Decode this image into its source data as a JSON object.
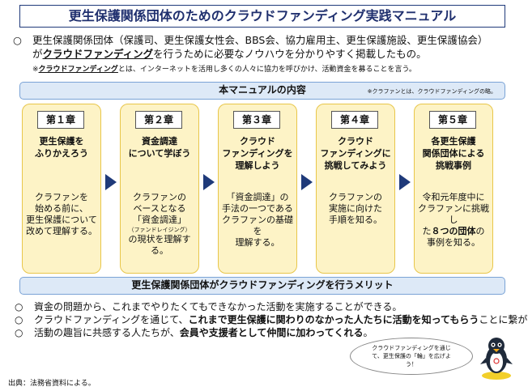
{
  "title": "更生保護関係団体のためのクラウドファンディング実践マニュアル",
  "intro": {
    "bullet": "○",
    "line1": "更生保護関係団体（保護司、更生保護女性会、BBS会、協力雇用主、更生保護施設、更生保護協会）",
    "line2_pre": "が",
    "line2_term": "クラウドファンディング",
    "line2_post": "を行うために必要なノウハウを分かりやすく掲載したもの。",
    "note_prefix": "※",
    "note_term": "クラウドファンディング",
    "note_post": "とは、インターネットを活用し多くの人々に協力を呼びかけ、活動資金を募ることを言う。"
  },
  "contents_banner": {
    "label": "本マニュアルの内容",
    "sub": "※クラファンとは、クラウドファンディングの略。"
  },
  "chapters": [
    {
      "badge": "第１章",
      "heading": [
        "更生保護を",
        "ふりかえろう"
      ],
      "body": [
        "クラファンを",
        "始める前に、",
        "更生保護について",
        "改めて理解する。"
      ]
    },
    {
      "badge": "第２章",
      "heading": [
        "資金調達",
        "について学ぼう"
      ],
      "body_a": [
        "クラファンの",
        "ベースとなる",
        "「資金調達」"
      ],
      "body_small": "（ファンドレイジング）",
      "body_b": [
        "の現状を理解す",
        "る。"
      ]
    },
    {
      "badge": "第３章",
      "heading": [
        "クラウド",
        "ファンディングを",
        "理解しよう"
      ],
      "body": [
        "「資金調達」の",
        "手法の一つである",
        "クラファンの基礎を",
        "理解する。"
      ]
    },
    {
      "badge": "第４章",
      "heading": [
        "クラウド",
        "ファンディングに",
        "挑戦してみよう"
      ],
      "body": [
        "クラファンの",
        "実施に向けた",
        "手順を知る。"
      ]
    },
    {
      "badge": "第５章",
      "heading": [
        "各更生保護",
        "関係団体による",
        "挑戦事例"
      ],
      "body_a": [
        "令和元年度中に",
        "クラファンに挑戦し"
      ],
      "body_c_pre": "た",
      "body_c_bold": "８つの団体",
      "body_c_post": "の",
      "body_d": "事例を知る。"
    }
  ],
  "merits_banner": "更生保護関係団体がクラウドファンディングを行うメリット",
  "merits": [
    {
      "bullet": "○",
      "pre": "資金の問題から、これまでやりたくてもできなかった活動を実施することができる。",
      "bold": "",
      "post": ""
    },
    {
      "bullet": "○",
      "pre": "クラウドファンディングを通じて、",
      "bold": "これまで更生保護に関わりのなかった人たちに活動を知ってもらう",
      "post": "ことに繋がる。"
    },
    {
      "bullet": "○",
      "pre": "活動の趣旨に共感する人たちが、",
      "bold": "会員や支援者として仲間に加わってくれる",
      "post": "。"
    }
  ],
  "bubble": {
    "line1": "クラウドファンディングを通じ",
    "line2": "て、更生保護の「輪」を広げよ",
    "line3": "う！"
  },
  "source": "出典：法務省資料による。",
  "colors": {
    "navy": "#1f3a7a",
    "card_fill": "#fdf3c6",
    "card_border": "#e8c64a",
    "banner_fill": "#dde9f7",
    "banner_border": "#7aa3d6"
  },
  "icons": [
    "arrow-right-icon",
    "penguin-mascot-icon"
  ]
}
